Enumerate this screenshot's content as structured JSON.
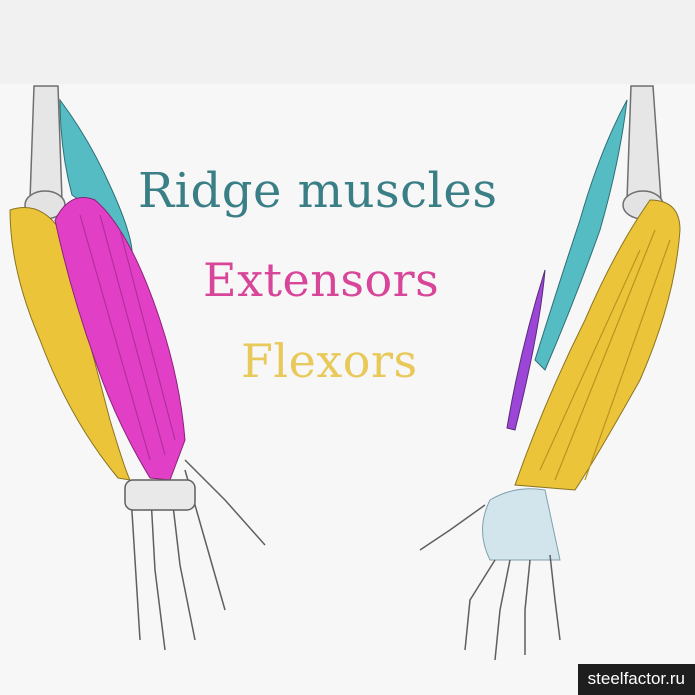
{
  "legend": {
    "ridge": {
      "label": "Ridge muscles",
      "color": "#3a7f86"
    },
    "extensors": {
      "label": "Extensors",
      "color": "#d8469a"
    },
    "flexors": {
      "label": "Flexors",
      "color": "#e8c95a"
    }
  },
  "palette": {
    "ridge_muscle_fill": "#55bcc4",
    "extensor_muscle_fill": "#e23fc7",
    "flexor_muscle_fill": "#ecc43a",
    "bone_fill": "#e6e6e6",
    "bone_stroke": "#6f6f6f",
    "aponeurosis_fill": "#d3e5ec"
  },
  "watermark": {
    "text": "steelfactor.ru"
  }
}
